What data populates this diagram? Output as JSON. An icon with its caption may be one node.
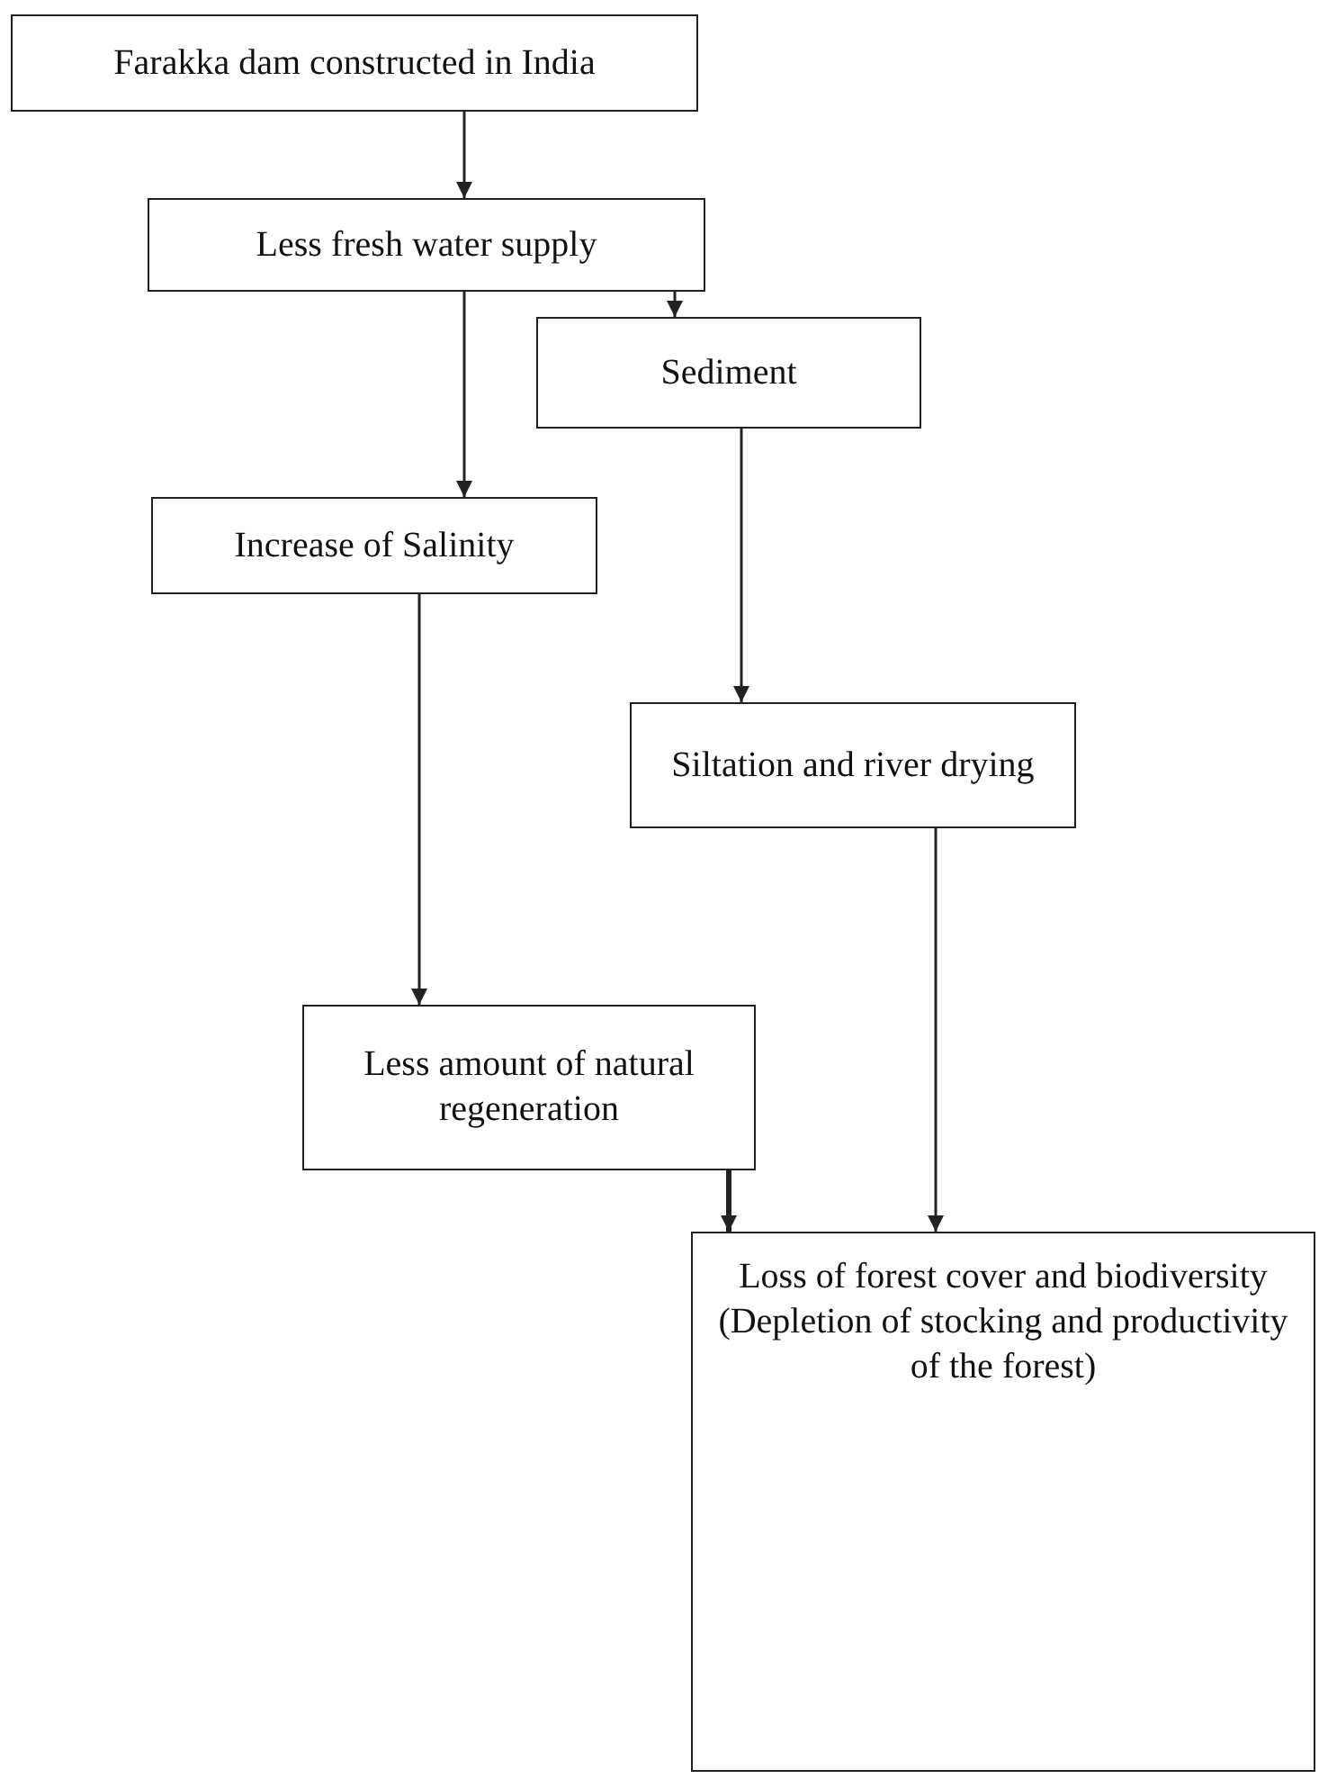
{
  "diagram": {
    "nodes": [
      {
        "text": [
          "Farakka dam constructed in India"
        ]
      },
      {
        "text": [
          "Less fresh water supply"
        ]
      },
      {
        "text": [
          "Sediment"
        ]
      },
      {
        "text": [
          "Increase of Salinity"
        ]
      },
      {
        "text": [
          "Siltation and river drying"
        ]
      },
      {
        "text": [
          "Less amount of natural regeneration"
        ]
      },
      {
        "text": [
          "Loss of forest cover and biodiversity (Depletion of stocking and productivity of the forest)"
        ]
      }
    ],
    "edges": [
      {
        "from": 0,
        "to": 1,
        "arrow": "to"
      },
      {
        "from": 1,
        "to": 2,
        "arrow": "to"
      },
      {
        "from": 1,
        "to": 3,
        "arrow": "to"
      },
      {
        "from": 2,
        "to": 4,
        "arrow": "to"
      },
      {
        "from": 3,
        "to": 5,
        "arrow": "to"
      },
      {
        "from": 4,
        "to": 6,
        "arrow": "to"
      },
      {
        "from": 5,
        "to": 6,
        "arrow": "to",
        "style": "thick"
      }
    ]
  }
}
